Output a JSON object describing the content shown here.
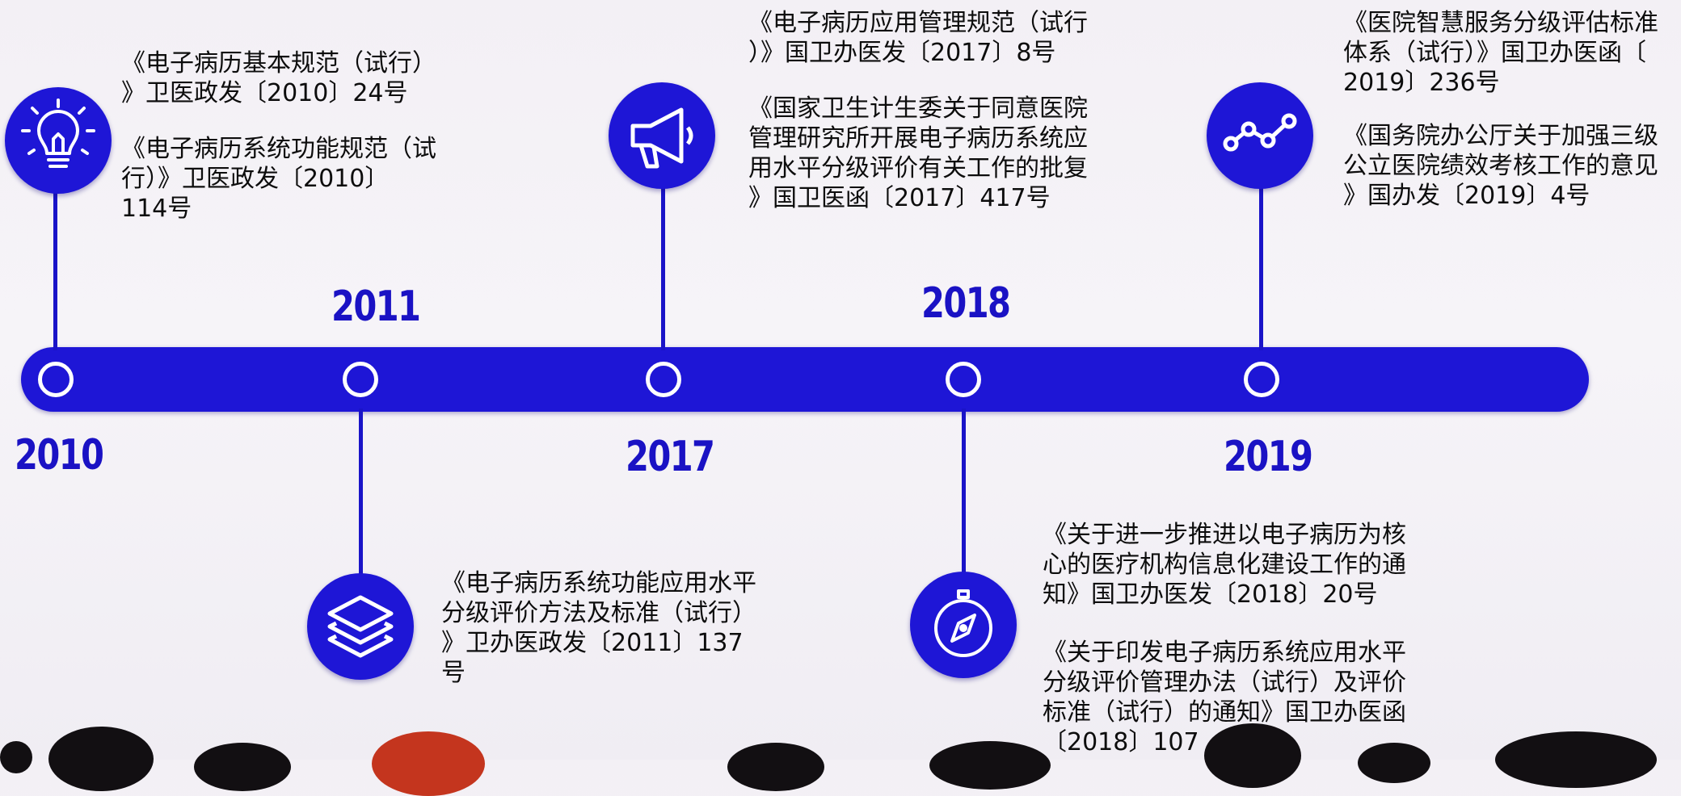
{
  "timeline": {
    "years": [
      {
        "key": "2010",
        "label": "2010"
      },
      {
        "key": "2011",
        "label": "2011"
      },
      {
        "key": "2017",
        "label": "2017"
      },
      {
        "key": "2018",
        "label": "2018"
      },
      {
        "key": "2019",
        "label": "2019"
      }
    ],
    "icons": {
      "2010": "lightbulb-icon",
      "2011": "layers-icon",
      "2017": "megaphone-icon",
      "2018": "compass-icon",
      "2019": "line-chart-icon"
    },
    "colors": {
      "accent": "#1e16d6",
      "node_ring": "#ffffff",
      "text": "#0d0d0d"
    }
  },
  "notes": {
    "y2010_a": "《电子病历基本规范（试行）\n》卫医政发〔2010〕24号",
    "y2010_b": "《电子病历系统功能规范（试\n行）》卫医政发〔2010〕\n114号",
    "y2011_a": "《电子病历系统功能应用水平\n分级评价方法及标准（试行）\n》卫办医政发〔2011〕137\n号",
    "y2017_a": "《电子病历应用管理规范（试行\n）》国卫办医发〔2017〕8号",
    "y2017_b": "《国家卫生计生委关于同意医院\n管理研究所开展电子病历系统应\n用水平分级评价有关工作的批复\n》国卫医函〔2017〕417号",
    "y2018_a": "《关于进一步推进以电子病历为核\n心的医疗机构信息化建设工作的通\n知》国卫办医发〔2018〕20号",
    "y2018_b": "《关于印发电子病历系统应用水平\n分级评价管理办法（试行）及评价\n标准（试行）的通知》国卫办医函\n〔2018〕107",
    "y2019_a": "《医院智慧服务分级评估标准\n体系（试行）》国卫办医函〔\n2019〕236号",
    "y2019_b": "《国务院办公厅关于加强三级\n公立医院绩效考核工作的意见\n》国办发〔2019〕4号"
  }
}
